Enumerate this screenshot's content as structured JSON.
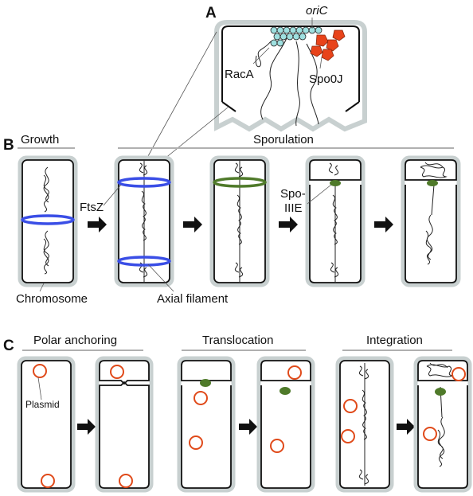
{
  "panels": {
    "a": "A",
    "b": "B",
    "c": "C"
  },
  "panel_a": {
    "oric": "oriC",
    "raca": "RacA",
    "spo0j": "Spo0J"
  },
  "panel_b": {
    "growth": "Growth",
    "sporulation": "Sporulation",
    "ftsz": "FtsZ",
    "spo_iiie_1": "Spo-",
    "spo_iiie_2": "IIIE",
    "chromosome": "Chromosome",
    "axial_filament": "Axial filament"
  },
  "panel_c": {
    "polar_anchoring": "Polar anchoring",
    "translocation": "Translocation",
    "integration": "Integration",
    "plasmid": "Plasmid"
  },
  "colors": {
    "ring_blue": "#3a4ee6",
    "septum_green": "#4f7a2a",
    "plasmid_red": "#e04a1a",
    "raca_cyan": "#9fe0e0",
    "spo0j_red": "#e8431a"
  }
}
